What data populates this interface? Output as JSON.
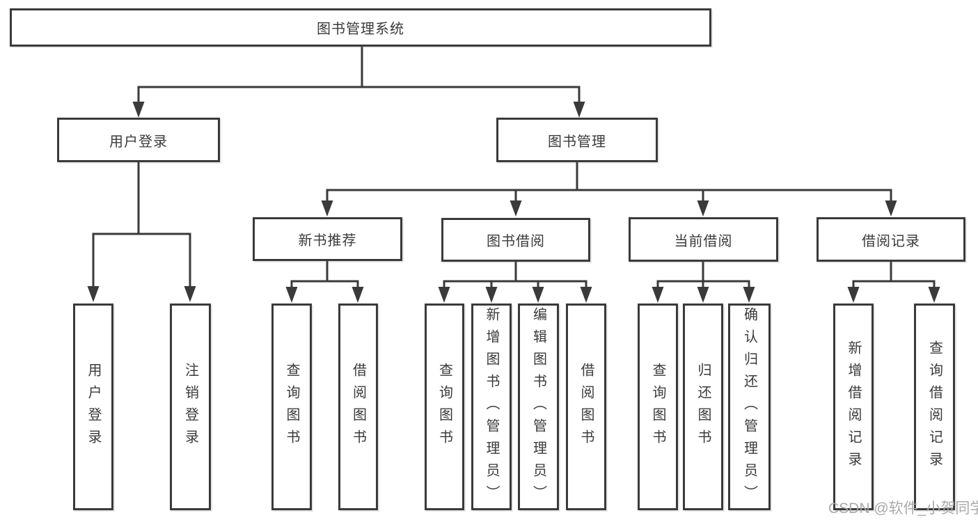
{
  "diagram": {
    "root": {
      "label": "图书管理系统"
    },
    "level2": [
      {
        "label": "用户登录"
      },
      {
        "label": "图书管理"
      }
    ],
    "level3": [
      {
        "label": "新书推荐"
      },
      {
        "label": "图书借阅"
      },
      {
        "label": "当前借阅"
      },
      {
        "label": "借阅记录"
      }
    ],
    "leaves": [
      {
        "label": "用户登录"
      },
      {
        "label": "注销登录"
      },
      {
        "label": "查询图书"
      },
      {
        "label": "借阅图书"
      },
      {
        "label": "查询图书"
      },
      {
        "label": "新增图书（管理员）"
      },
      {
        "label": "编辑图书（管理员）"
      },
      {
        "label": "借阅图书"
      },
      {
        "label": "查询图书"
      },
      {
        "label": "归还图书"
      },
      {
        "label": "确认归还（管理员）"
      },
      {
        "label": "新增借阅记录"
      },
      {
        "label": "查询借阅记录"
      }
    ]
  },
  "watermark": {
    "text": "CSDN @软件_小贺同学"
  },
  "colors": {
    "line": "#3a3a3a",
    "border": "#3a3a3a",
    "text": "#3a3a3a",
    "background": "#ffffff",
    "watermark": "#a9a9a9"
  }
}
